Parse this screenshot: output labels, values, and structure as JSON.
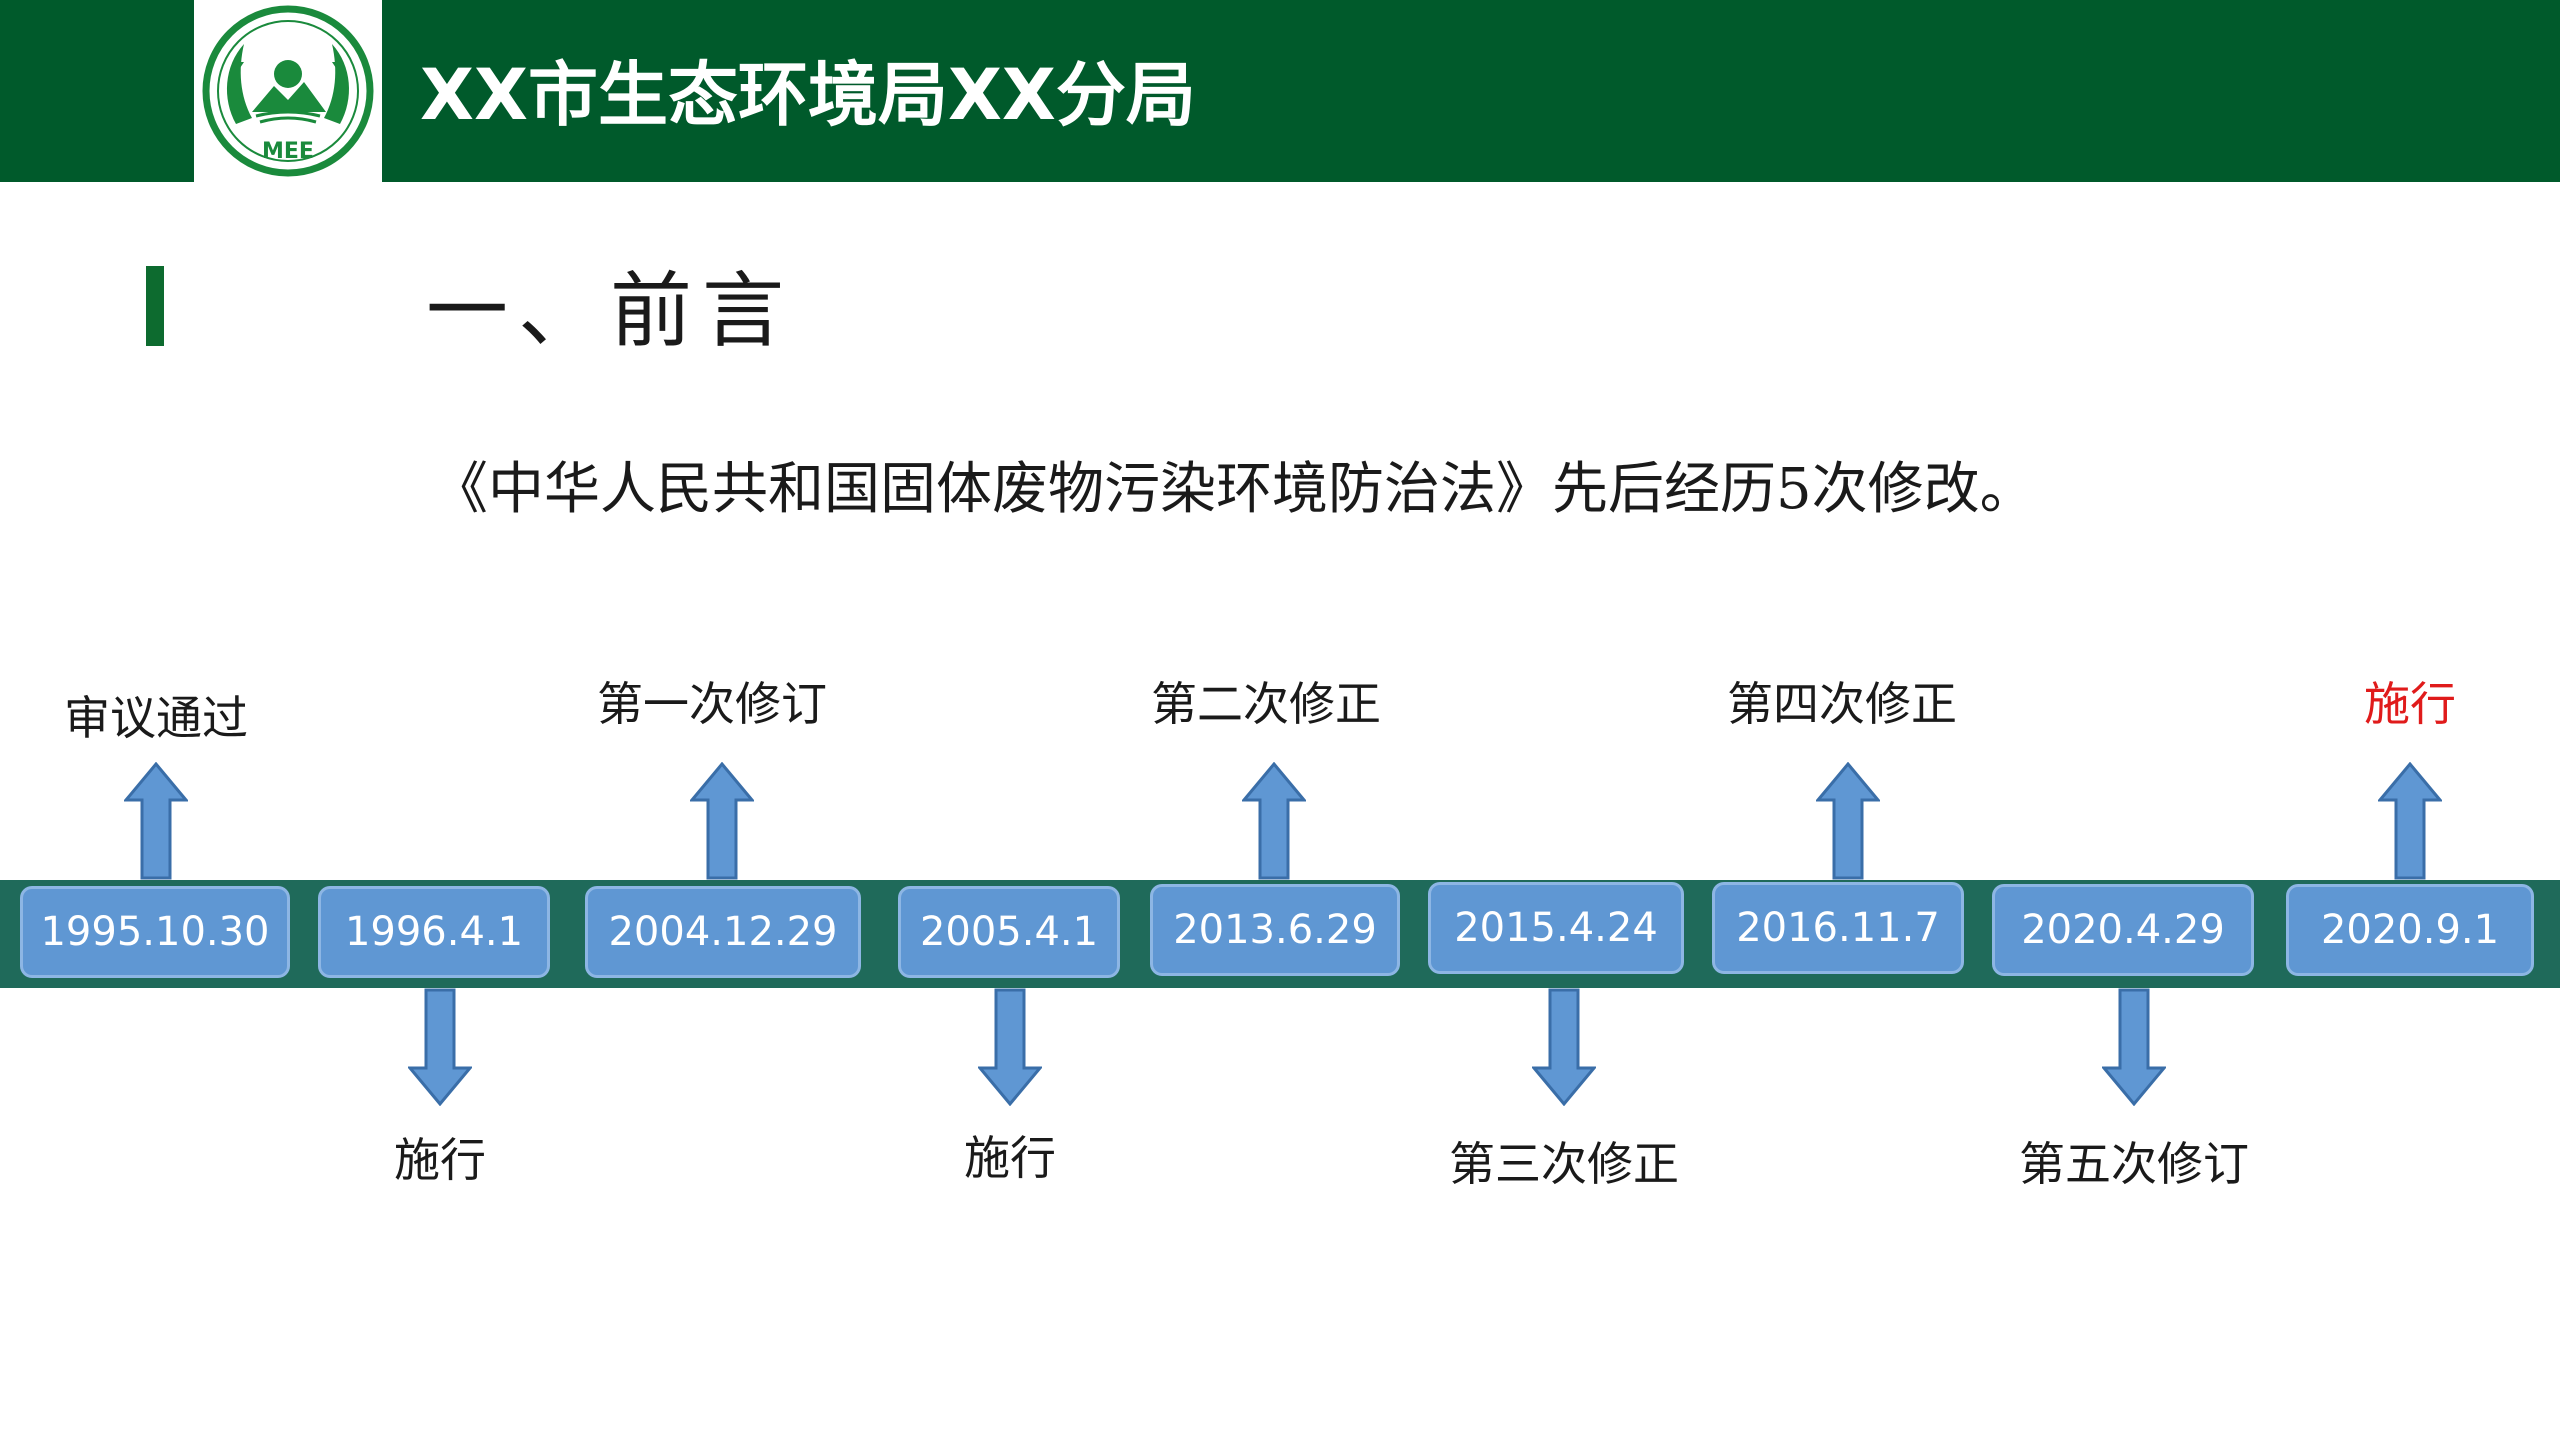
{
  "header": {
    "title": "XX市生态环境局XX分局",
    "logo_text": "MEE",
    "background_color": "#005a2b"
  },
  "section": {
    "title": "一、前言"
  },
  "subtitle": "《中华人民共和国固体废物污染环境防治法》先后经历5次修改。",
  "timeline": {
    "dates": [
      "1995.10.30",
      "1996.4.1",
      "2004.12.29",
      "2005.4.1",
      "2013.6.29",
      "2015.4.24",
      "2016.11.7",
      "2020.4.29",
      "2020.9.1"
    ],
    "events": [
      "审议通过",
      "施行",
      "第一次修订",
      "施行",
      "第二次修正",
      "第三次修正",
      "第四次修正",
      "第五次修订",
      "施行"
    ],
    "highlight_color": "#e01b1b",
    "box_color": "#5f97d3",
    "band_color": "#1f6a5a"
  }
}
